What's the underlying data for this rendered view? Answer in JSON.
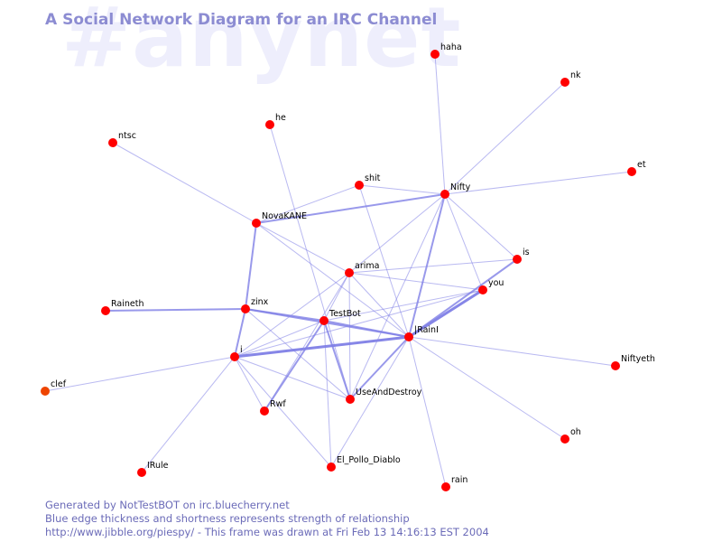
{
  "watermark": "#anynet",
  "title": "A Social Network Diagram for an IRC Channel",
  "footer": {
    "line1": "Generated by NotTestBOT on irc.bluecherry.net",
    "line2": "Blue edge thickness and shortness represents strength of relationship",
    "line3": "http://www.jibble.org/piespy/ - This frame was drawn at Fri Feb 13 14:16:13 EST 2004"
  },
  "colors": {
    "node": "#ff0000",
    "node_faded": "#ee4400",
    "edge": "#8080e6",
    "title": "#8c8cd2",
    "footer": "#6b6bb8"
  },
  "nodes": [
    {
      "id": "haha",
      "label": "haha"
    },
    {
      "id": "nk",
      "label": "nk"
    },
    {
      "id": "he",
      "label": "he"
    },
    {
      "id": "ntsc",
      "label": "ntsc"
    },
    {
      "id": "et",
      "label": "et"
    },
    {
      "id": "shit",
      "label": "shit"
    },
    {
      "id": "Nifty",
      "label": "Nifty"
    },
    {
      "id": "NovaKANE",
      "label": "NovaKANE"
    },
    {
      "id": "is",
      "label": "is"
    },
    {
      "id": "arima",
      "label": "arima"
    },
    {
      "id": "you",
      "label": "you"
    },
    {
      "id": "Raineth",
      "label": "Raineth"
    },
    {
      "id": "zinx",
      "label": "zinx"
    },
    {
      "id": "TestBot",
      "label": "TestBot"
    },
    {
      "id": "IRainI",
      "label": "|RainI"
    },
    {
      "id": "i",
      "label": "i"
    },
    {
      "id": "Niftyeth",
      "label": "Niftyeth"
    },
    {
      "id": "clef",
      "label": "clef",
      "faded": true
    },
    {
      "id": "UseAndDestroy",
      "label": "UseAndDestroy"
    },
    {
      "id": "Rwf",
      "label": "Rwf"
    },
    {
      "id": "oh",
      "label": "oh"
    },
    {
      "id": "El_Pollo_Diablo",
      "label": "El_Pollo_Diablo"
    },
    {
      "id": "IRule",
      "label": "IRule"
    },
    {
      "id": "rain",
      "label": "rain"
    }
  ],
  "edges": [
    {
      "a": "haha",
      "b": "Nifty",
      "w": 1
    },
    {
      "a": "nk",
      "b": "Nifty",
      "w": 1
    },
    {
      "a": "et",
      "b": "Nifty",
      "w": 1
    },
    {
      "a": "shit",
      "b": "Nifty",
      "w": 1
    },
    {
      "a": "shit",
      "b": "NovaKANE",
      "w": 1
    },
    {
      "a": "shit",
      "b": "IRainI",
      "w": 1
    },
    {
      "a": "NovaKANE",
      "b": "Nifty",
      "w": 2
    },
    {
      "a": "ntsc",
      "b": "NovaKANE",
      "w": 1
    },
    {
      "a": "NovaKANE",
      "b": "zinx",
      "w": 2
    },
    {
      "a": "NovaKANE",
      "b": "arima",
      "w": 1
    },
    {
      "a": "NovaKANE",
      "b": "IRainI",
      "w": 1
    },
    {
      "a": "he",
      "b": "UseAndDestroy",
      "w": 1
    },
    {
      "a": "Nifty",
      "b": "IRainI",
      "w": 2
    },
    {
      "a": "Nifty",
      "b": "arima",
      "w": 1
    },
    {
      "a": "Nifty",
      "b": "is",
      "w": 1
    },
    {
      "a": "Nifty",
      "b": "you",
      "w": 1
    },
    {
      "a": "Nifty",
      "b": "UseAndDestroy",
      "w": 1
    },
    {
      "a": "arima",
      "b": "is",
      "w": 1
    },
    {
      "a": "arima",
      "b": "you",
      "w": 1
    },
    {
      "a": "arima",
      "b": "i",
      "w": 1
    },
    {
      "a": "arima",
      "b": "TestBot",
      "w": 1
    },
    {
      "a": "arima",
      "b": "UseAndDestroy",
      "w": 1
    },
    {
      "a": "arima",
      "b": "Rwf",
      "w": 1
    },
    {
      "a": "arima",
      "b": "IRainI",
      "w": 1
    },
    {
      "a": "is",
      "b": "IRainI",
      "w": 2
    },
    {
      "a": "you",
      "b": "IRainI",
      "w": 3
    },
    {
      "a": "you",
      "b": "TestBot",
      "w": 1
    },
    {
      "a": "you",
      "b": "i",
      "w": 1
    },
    {
      "a": "Raineth",
      "b": "zinx",
      "w": 2
    },
    {
      "a": "zinx",
      "b": "i",
      "w": 2
    },
    {
      "a": "zinx",
      "b": "TestBot",
      "w": 2
    },
    {
      "a": "zinx",
      "b": "IRainI",
      "w": 2
    },
    {
      "a": "zinx",
      "b": "UseAndDestroy",
      "w": 1
    },
    {
      "a": "TestBot",
      "b": "IRainI",
      "w": 2
    },
    {
      "a": "TestBot",
      "b": "i",
      "w": 1
    },
    {
      "a": "TestBot",
      "b": "Rwf",
      "w": 2
    },
    {
      "a": "TestBot",
      "b": "UseAndDestroy",
      "w": 2
    },
    {
      "a": "TestBot",
      "b": "El_Pollo_Diablo",
      "w": 1
    },
    {
      "a": "IRainI",
      "b": "i",
      "w": 3
    },
    {
      "a": "IRainI",
      "b": "UseAndDestroy",
      "w": 2
    },
    {
      "a": "IRainI",
      "b": "Niftyeth",
      "w": 1
    },
    {
      "a": "IRainI",
      "b": "oh",
      "w": 1
    },
    {
      "a": "IRainI",
      "b": "rain",
      "w": 1
    },
    {
      "a": "IRainI",
      "b": "El_Pollo_Diablo",
      "w": 1
    },
    {
      "a": "i",
      "b": "clef",
      "w": 1
    },
    {
      "a": "i",
      "b": "IRule",
      "w": 1
    },
    {
      "a": "i",
      "b": "Rwf",
      "w": 1
    },
    {
      "a": "i",
      "b": "El_Pollo_Diablo",
      "w": 1
    },
    {
      "a": "i",
      "b": "UseAndDestroy",
      "w": 1
    }
  ]
}
